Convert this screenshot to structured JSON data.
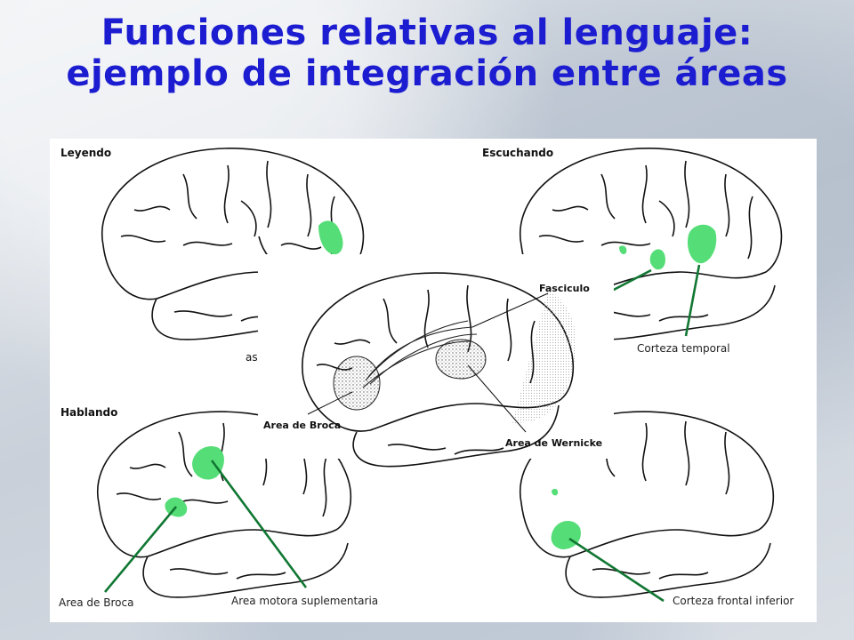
{
  "title": {
    "line1": "Funciones relativas al lenguaje:",
    "line2": "ejemplo de integración entre áreas"
  },
  "panels": {
    "reading": {
      "heading": "Leyendo",
      "partial_label": "as"
    },
    "listening": {
      "heading": "Escuchando",
      "label": "Corteza temporal"
    },
    "speaking": {
      "heading": "Hablando",
      "label_broca": "Area de Broca",
      "label_motor": "Area motora suplementaria"
    },
    "thinking": {
      "label": "Corteza frontal inferior"
    }
  },
  "center": {
    "fasciculus": "Fasciculo",
    "broca": "Area de Broca",
    "wernicke": "Area de Wernicke"
  },
  "colors": {
    "highlight": "#55dd77",
    "pointer": "#117733",
    "title": "#1c1cd0"
  }
}
